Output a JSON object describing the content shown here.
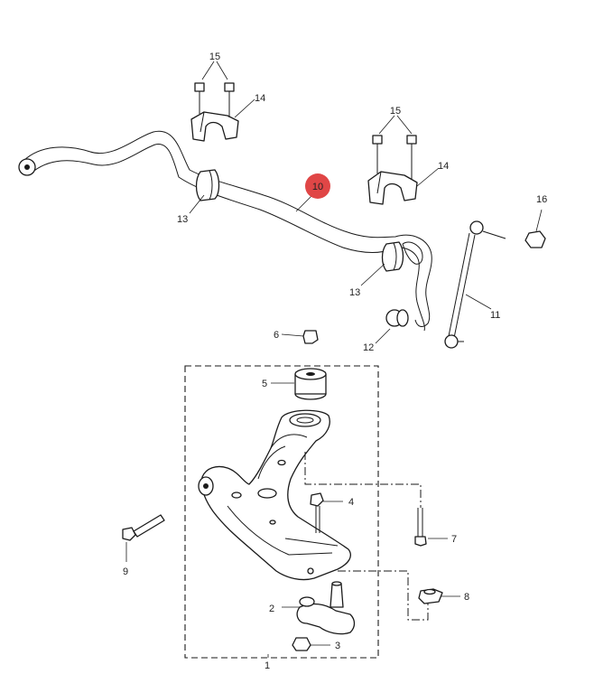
{
  "highlight": {
    "label": "10",
    "color": "#e04646"
  },
  "callouts": {
    "c1": "1",
    "c2": "2",
    "c3": "3",
    "c4": "4",
    "c5": "5",
    "c6": "6",
    "c7": "7",
    "c8": "8",
    "c9": "9",
    "c11": "11",
    "c12": "12",
    "c13a": "13",
    "c13b": "13",
    "c14a": "14",
    "c14b": "14",
    "c15a": "15",
    "c15b": "15",
    "c16": "16"
  }
}
